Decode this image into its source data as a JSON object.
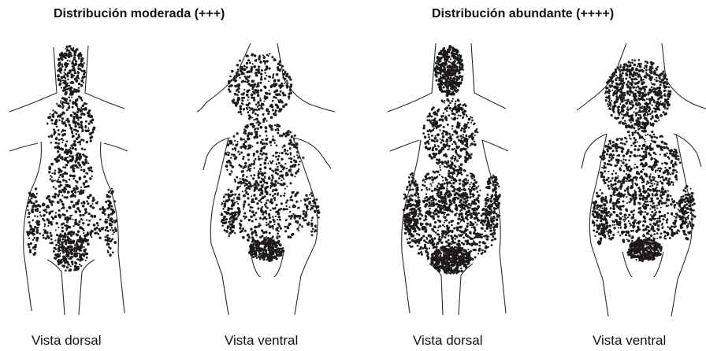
{
  "titles": {
    "left": "Distribución moderada (+++)",
    "right": "Distribución abundante (++++)"
  },
  "captions": [
    "Vista dorsal",
    "Vista  ventral",
    "Vista dorsal",
    "Vista ventral"
  ],
  "colors": {
    "ink": "#2a2a2a",
    "dot": "#1e1a1c",
    "paper": "#ffffff"
  },
  "figures": [
    {
      "view": "dorsal",
      "distribution": "moderada"
    },
    {
      "view": "ventral",
      "distribution": "moderada"
    },
    {
      "view": "dorsal",
      "distribution": "abundante"
    },
    {
      "view": "ventral",
      "distribution": "abundante"
    }
  ]
}
